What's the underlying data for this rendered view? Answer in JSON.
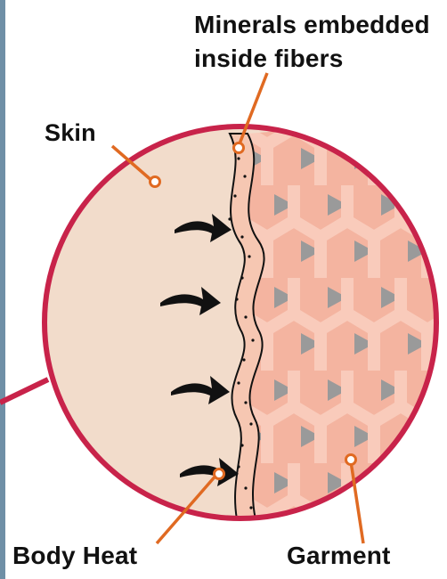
{
  "labels": {
    "minerals_line1": "Minerals embedded",
    "minerals_line2": "inside fibers",
    "skin": "Skin",
    "body_heat": "Body Heat",
    "garment": "Garment"
  },
  "colors": {
    "circle_outline": "#c8234a",
    "skin_fill": "#f2dccb",
    "garment_base": "#f4b4a0",
    "garment_pattern": "#f9cbbb",
    "garment_gaps": "#9a9a9a",
    "leader_lines": "#e06a22",
    "arrows": "#111111"
  },
  "icons": {
    "heat_arrow": "curved-heat-arrow-icon",
    "leader_dot": "hollow-circle-marker"
  }
}
